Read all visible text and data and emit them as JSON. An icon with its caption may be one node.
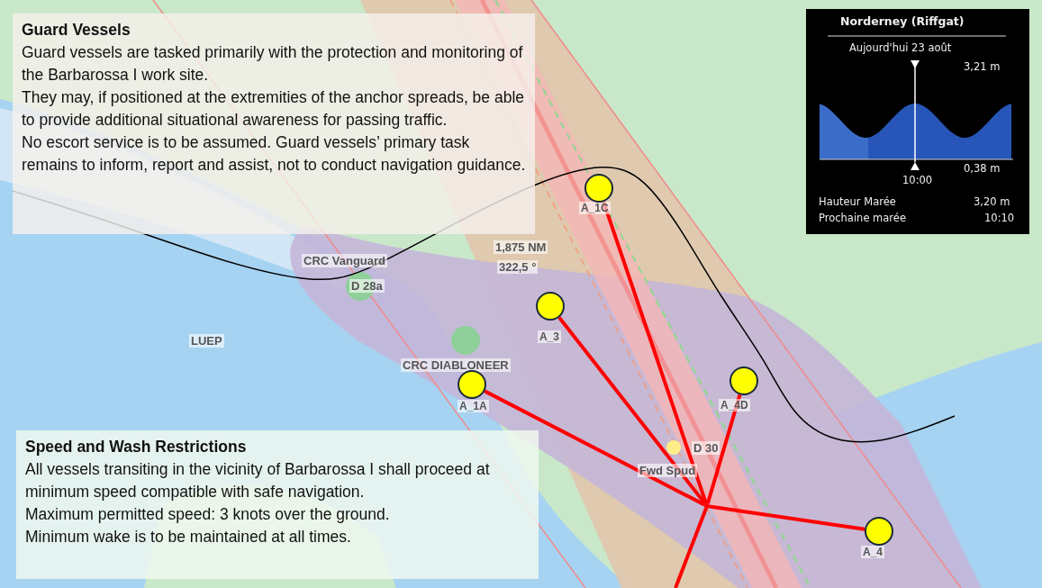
{
  "diagram": {
    "nodes": [
      {
        "text": [
          "Guard Vessels",
          "Guard vessels are tasked primarily with the protection and monitoring of the Barbarossa I work site.",
          "They may, if positioned at the extremities of the anchor spreads, be able to provide additional situational awareness for passing traffic.",
          "No escort service is to be assumed. Guard vessels’ primary task remains to inform, report and assist, not to conduct navigation guidance."
        ]
      },
      {
        "text": [
          "Speed and Wash Restrictions",
          "All vessels transiting in the vicinity of Barbarossa I shall proceed at minimum speed compatible with safe navigation.",
          "Maximum permitted speed: 3 knots over the ground.",
          "Minimum wake is to be maintained at all times."
        ]
      },
      {
        "text": [
          "Norderney (Riffgat)",
          "Aujourd'hui 23 août",
          "3,21 m",
          "0,38 m",
          "10:00",
          "Hauteur Marée",
          "3,20 m",
          "Prochaine marée",
          "10:10"
        ]
      },
      {
        "text": [],
        "shape": "circle"
      },
      {
        "text": [],
        "shape": "circle",
        "beside": [
          "A_1C"
        ]
      },
      {
        "text": [],
        "shape": "circle",
        "beside": [
          "A_3"
        ]
      },
      {
        "text": [],
        "shape": "circle",
        "beside": [
          "A_1A"
        ]
      },
      {
        "text": [],
        "shape": "circle",
        "beside": [
          "A_4D"
        ]
      },
      {
        "text": [],
        "shape": "circle",
        "beside": [
          "A_4"
        ]
      }
    ],
    "edges": [
      {
        "from": 3,
        "to": 4,
        "arrow": "none"
      },
      {
        "from": 3,
        "to": 5,
        "arrow": "none"
      },
      {
        "from": 3,
        "to": 6,
        "arrow": "none"
      },
      {
        "from": 3,
        "to": 7,
        "arrow": "none"
      },
      {
        "from": 3,
        "to": 8,
        "arrow": "none"
      },
      {
        "from": 3,
        "to": null,
        "arrow": "none"
      }
    ],
    "labels": [
      "1,875 NM",
      "322,5 °",
      "CRC Vanguard",
      "D 28a",
      "LUEP",
      "CRC DIABLONEER",
      "D 30",
      "Fwd Spud"
    ]
  }
}
